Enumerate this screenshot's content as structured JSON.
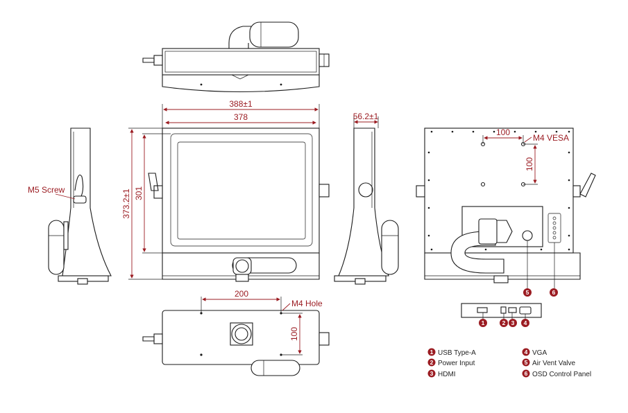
{
  "dimensions": {
    "overall_width": "388±1",
    "screen_width": "378",
    "overall_height": "373.2±1",
    "screen_height": "301",
    "depth": "56.2±1",
    "vesa_h": "100",
    "vesa_v": "100",
    "vesa_label": "M4 VESA",
    "bottom_h": "200",
    "bottom_v": "100",
    "hole_label": "M4 Hole",
    "screw_label": "M5 Screw"
  },
  "legend": [
    {
      "num": "1",
      "label": "USB Type-A"
    },
    {
      "num": "2",
      "label": "Power Input"
    },
    {
      "num": "3",
      "label": "HDMI"
    },
    {
      "num": "4",
      "label": "VGA"
    },
    {
      "num": "5",
      "label": "Air Vent Valve"
    },
    {
      "num": "6",
      "label": "OSD Control Panel"
    }
  ],
  "callouts": {
    "n1": "1",
    "n2": "2",
    "n3": "3",
    "n4": "4",
    "n5": "5",
    "n6": "6"
  },
  "colors": {
    "accent": "#9b1c22",
    "line": "#1a1a1a"
  }
}
